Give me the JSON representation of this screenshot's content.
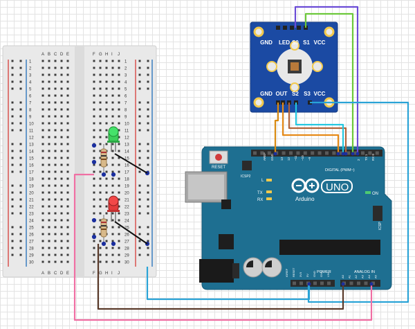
{
  "breadboard": {
    "left_cols": [
      "A",
      "B",
      "C",
      "D",
      "E"
    ],
    "right_cols": [
      "F",
      "G",
      "H",
      "I",
      "J"
    ],
    "row_count": 30
  },
  "sensor": {
    "top_pins": [
      "GND",
      "LED",
      "S0",
      "S1",
      "VCC"
    ],
    "bottom_pins": [
      "GND",
      "OUT",
      "S2",
      "S3",
      "VCC"
    ]
  },
  "arduino": {
    "reset_label": "RESET",
    "aref_label": "AREF",
    "gnd_label": "GND",
    "pin13_label": "13",
    "pin12_label": "12",
    "pin11_label": "~11",
    "pin10_label": "~10",
    "pin9_label": "~9",
    "digital_label": "DIGITAL (PWM~)",
    "tx_label": "TX",
    "rx_label": "RX",
    "l_label": "L",
    "on_label": "ON",
    "icsp2_label": "ICSP2",
    "icsp_label": "ICSP",
    "brand": "Arduino",
    "model": "UNO",
    "power_label": "POWER",
    "analog_label": "ANALOG IN",
    "power_pins": [
      "IOREF",
      "RESET",
      "3V3",
      "5V",
      "GND",
      "GND",
      "VIN"
    ],
    "analog_pins": [
      "A0",
      "A1",
      "A2",
      "A3",
      "A4",
      "A5"
    ],
    "digital_tx": "TX 1",
    "digital_rx": "RX 0",
    "pin2_label": "2"
  },
  "colors": {
    "board_blue": "#1e6f91",
    "sensor_blue": "#1b4aa3",
    "breadboard": "#e9e9e9",
    "rail_red": "#d9534f",
    "rail_blue": "#3a7ec0"
  }
}
